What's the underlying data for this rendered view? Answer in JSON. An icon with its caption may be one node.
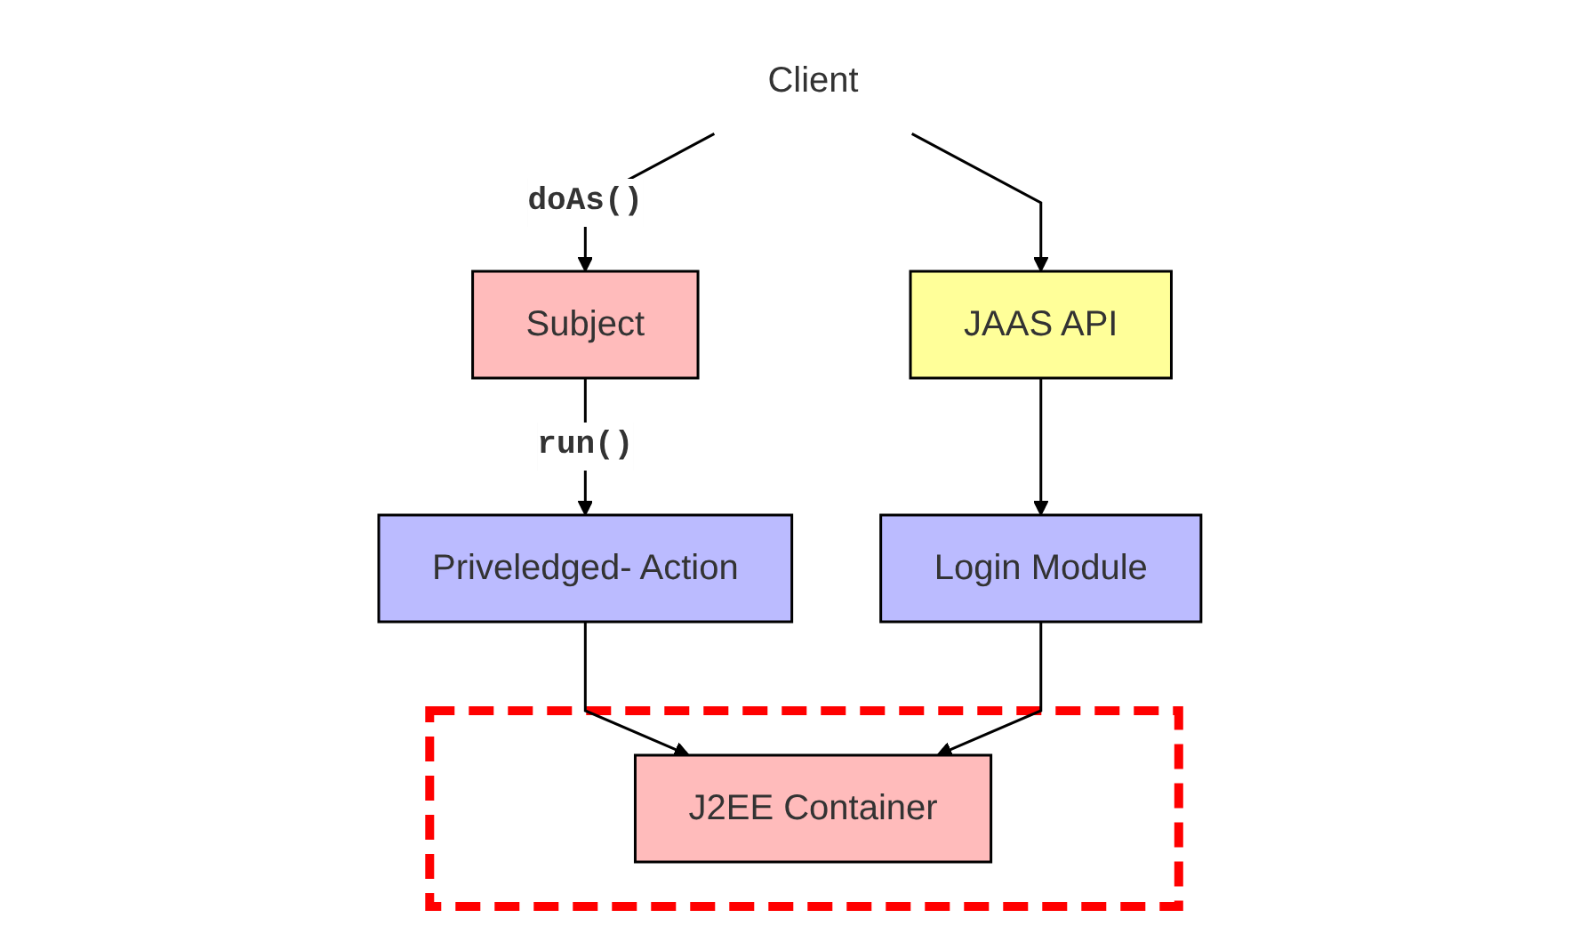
{
  "diagram": {
    "nodes": [
      {
        "text": [
          "Client"
        ]
      },
      {
        "text": [
          "Subject"
        ]
      },
      {
        "text": [
          "JAAS API"
        ]
      },
      {
        "text": [
          "Priveledged- Action"
        ]
      },
      {
        "text": [
          "Login Module"
        ]
      },
      {
        "text": [],
        "shape": "box"
      },
      {
        "text": [
          "J2EE Container"
        ],
        "in": 5
      }
    ],
    "edges": [
      {
        "from": 0,
        "to": 1,
        "arrow": "to",
        "label": "doAs()"
      },
      {
        "from": 0,
        "to": 2,
        "arrow": "to"
      },
      {
        "from": 1,
        "to": 3,
        "arrow": "to",
        "label": "run()"
      },
      {
        "from": 2,
        "to": 4,
        "arrow": "to"
      },
      {
        "from": 3,
        "to": 6,
        "arrow": "to"
      },
      {
        "from": 4,
        "to": 6,
        "arrow": "to"
      }
    ]
  }
}
